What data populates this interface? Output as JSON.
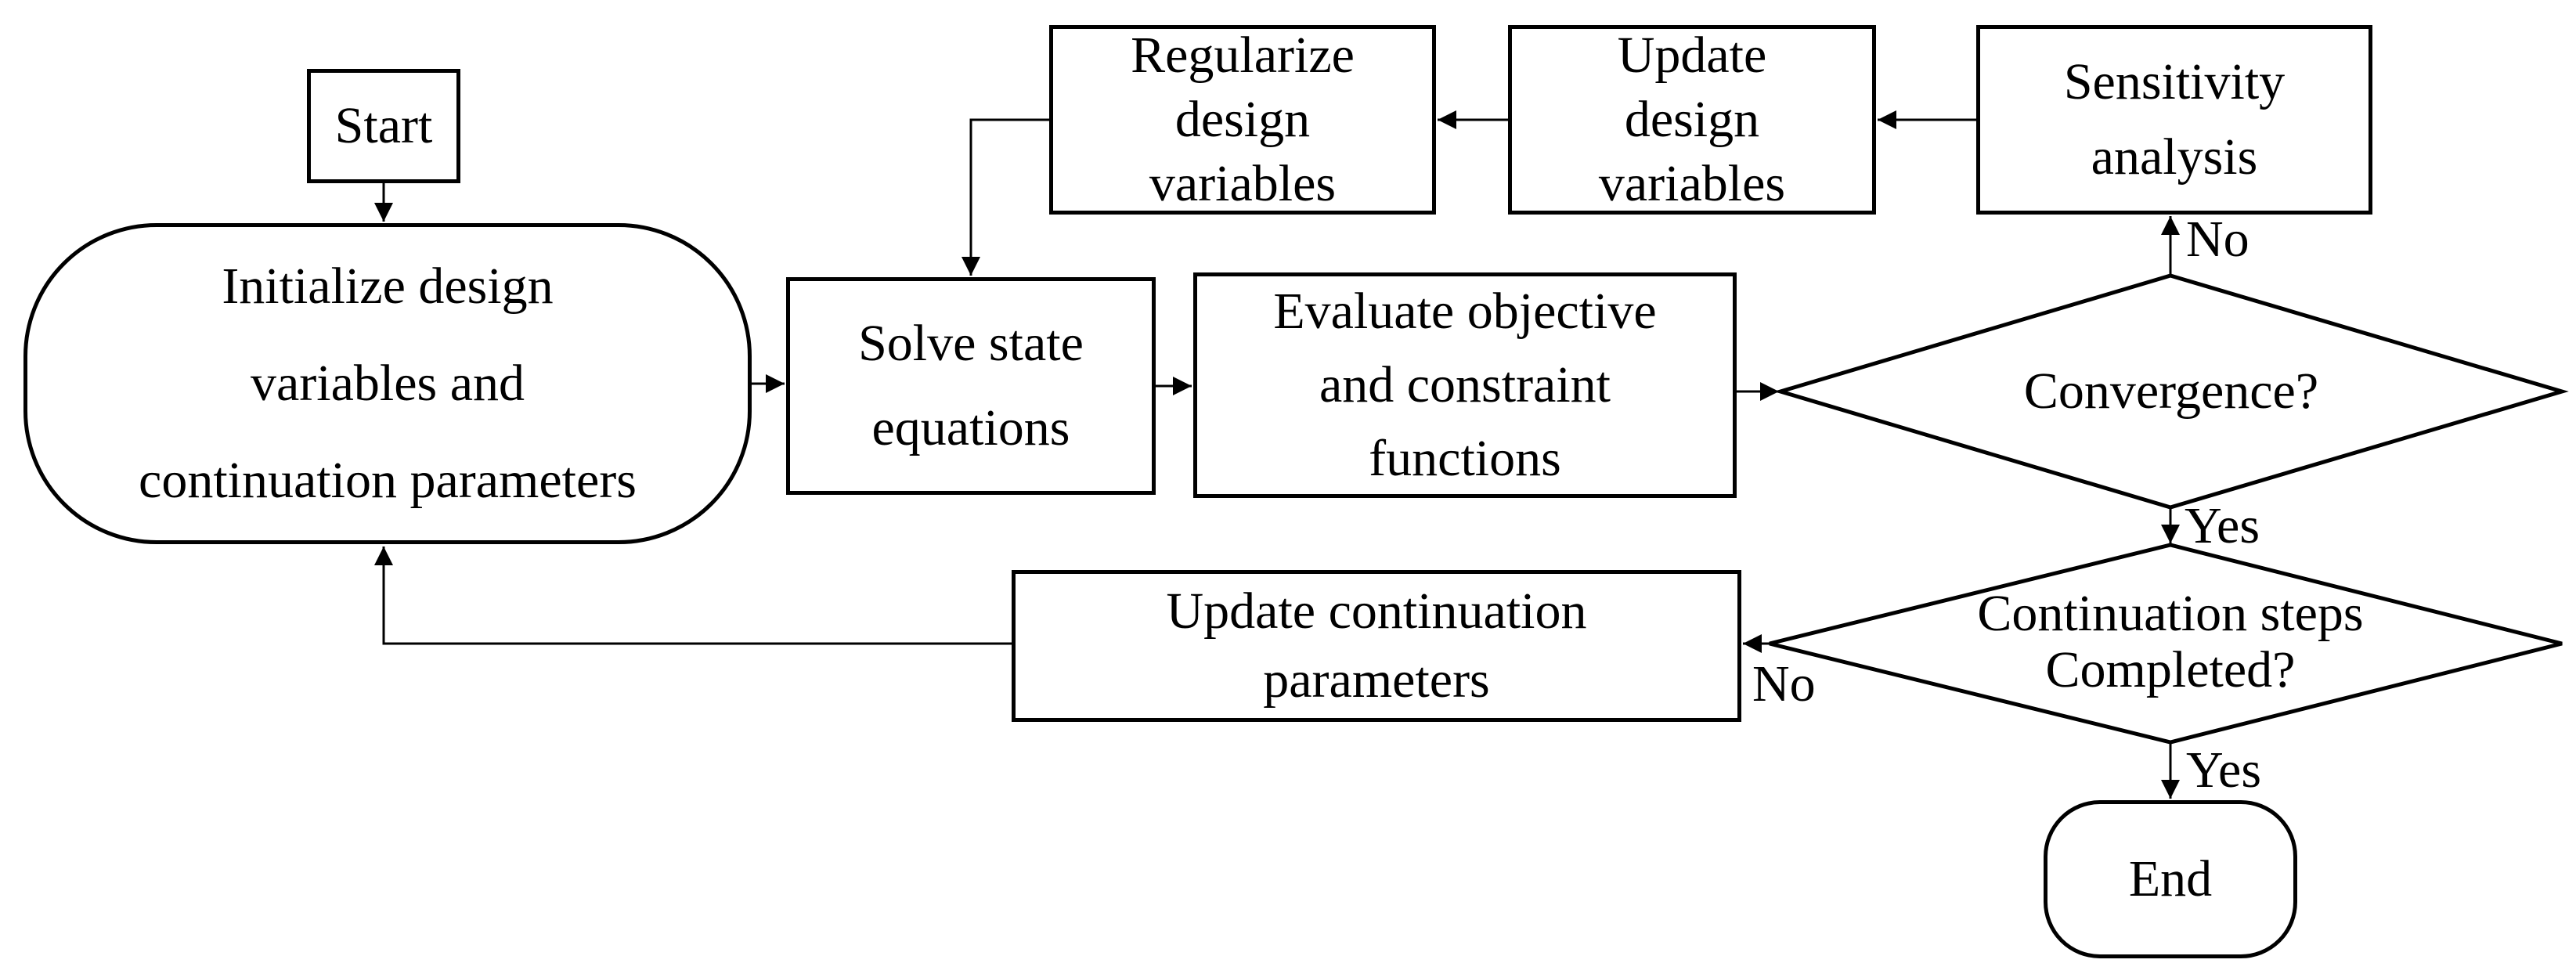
{
  "nodes": {
    "start": {
      "label": "Start"
    },
    "initialize": {
      "label": "Initialize design\nvariables and\ncontinuation parameters"
    },
    "solve": {
      "label": "Solve state\nequations"
    },
    "evaluate": {
      "label": "Evaluate objective\nand constraint\nfunctions"
    },
    "regularize": {
      "label": "Regularize\ndesign\nvariables"
    },
    "update_design": {
      "label": "Update\ndesign\nvariables"
    },
    "sensitivity": {
      "label": "Sensitivity\nanalysis"
    },
    "convergence": {
      "label": "Convergence?"
    },
    "update_continuation": {
      "label": "Update continuation\nparameters"
    },
    "continuation": {
      "label": "Continuation steps\nCompleted?"
    },
    "end": {
      "label": "End"
    }
  },
  "edge_labels": {
    "convergence_no": "No",
    "convergence_yes": "Yes",
    "continuation_no": "No",
    "continuation_yes": "Yes"
  },
  "colors": {
    "stroke": "#000000",
    "background": "#ffffff",
    "text": "#000000"
  }
}
